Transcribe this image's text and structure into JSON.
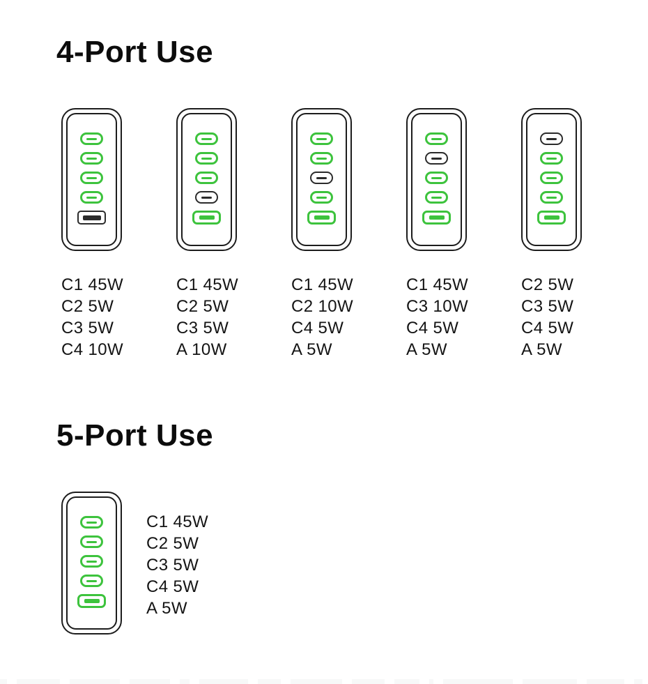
{
  "colors": {
    "active_green": "#3dc33d",
    "inactive_dark": "#2b2b2b",
    "outline_black": "#1c1c1c"
  },
  "sections": [
    {
      "title": "4-Port Use",
      "chargers": [
        {
          "usbc_ports": [
            "active",
            "active",
            "active",
            "active"
          ],
          "usba_port": "inactive",
          "labels": [
            "C1 45W",
            "C2 5W",
            "C3 5W",
            "C4 10W"
          ]
        },
        {
          "usbc_ports": [
            "active",
            "active",
            "active",
            "inactive"
          ],
          "usba_port": "active",
          "labels": [
            "C1 45W",
            "C2 5W",
            "C3 5W",
            "A 10W"
          ]
        },
        {
          "usbc_ports": [
            "active",
            "active",
            "inactive",
            "active"
          ],
          "usba_port": "active",
          "labels": [
            "C1 45W",
            "C2 10W",
            "C4 5W",
            "A 5W"
          ]
        },
        {
          "usbc_ports": [
            "active",
            "inactive",
            "active",
            "active"
          ],
          "usba_port": "active",
          "labels": [
            "C1 45W",
            "C3 10W",
            "C4 5W",
            "A 5W"
          ]
        },
        {
          "usbc_ports": [
            "inactive",
            "active",
            "active",
            "active"
          ],
          "usba_port": "active",
          "labels": [
            "C2 5W",
            "C3 5W",
            "C4 5W",
            "A 5W"
          ]
        }
      ]
    },
    {
      "title": "5-Port Use",
      "charger": {
        "usbc_ports": [
          "active",
          "active",
          "active",
          "active"
        ],
        "usba_port": "active",
        "labels": [
          "C1 45W",
          "C2 5W",
          "C3 5W",
          "C4 5W",
          "A 5W"
        ]
      }
    }
  ],
  "bottom_strip": {
    "segment_widths": [
      10,
      62,
      72,
      58,
      14,
      70,
      33,
      74,
      47,
      36,
      6,
      100,
      78,
      54,
      12,
      70
    ]
  }
}
